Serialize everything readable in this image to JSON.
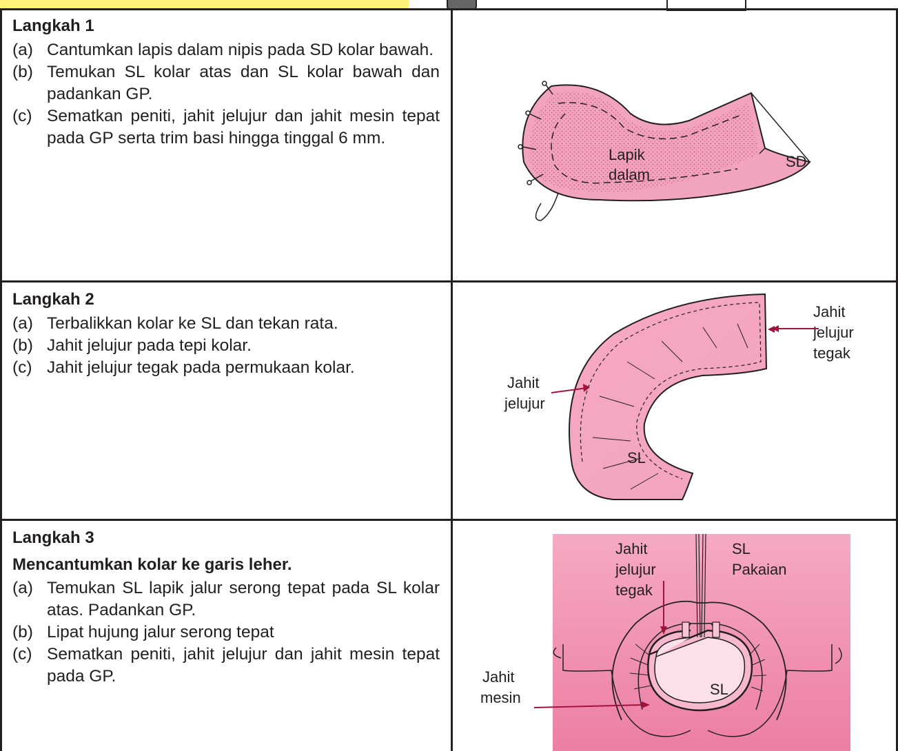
{
  "steps": [
    {
      "title": "Langkah 1",
      "subtitle": "",
      "items": [
        {
          "marker": "(a)",
          "text": "Cantumkan lapis dalam nipis pada SD kolar bawah."
        },
        {
          "marker": "(b)",
          "text": "Temukan SL kolar atas dan SL kolar bawah dan padankan GP."
        },
        {
          "marker": "(c)",
          "text": "Sematkan peniti, jahit jelujur dan jahit mesin tepat pada GP serta trim basi hingga tinggal 6 mm."
        }
      ],
      "figure_labels": {
        "lining_1": "Lapik",
        "lining_2": "dalam",
        "sd": "SD"
      }
    },
    {
      "title": "Langkah 2",
      "subtitle": "",
      "items": [
        {
          "marker": "(a)",
          "text": "Terbalikkan kolar ke SL dan tekan rata."
        },
        {
          "marker": "(b)",
          "text": "Jahit jelujur pada tepi kolar."
        },
        {
          "marker": "(c)",
          "text": "Jahit jelujur tegak pada permukaan kolar."
        }
      ],
      "figure_labels": {
        "right_1": "Jahit",
        "right_2": "jelujur",
        "right_3": "tegak",
        "left_1": "Jahit",
        "left_2": "jelujur",
        "sl": "SL"
      }
    },
    {
      "title": "Langkah 3",
      "subtitle": "Mencantumkan kolar ke garis leher.",
      "items": [
        {
          "marker": "(a)",
          "text": "Temukan SL lapik jalur serong tepat pada SL kolar atas. Padankan GP."
        },
        {
          "marker": "(b)",
          "text": "Lipat hujung jalur serong tepat"
        },
        {
          "marker": "(c)",
          "text": "Sematkan peniti, jahit jelujur dan jahit mesin tepat pada GP."
        }
      ],
      "figure_labels": {
        "top_1": "Jahit",
        "top_2": "jelujur",
        "top_3": "tegak",
        "sl_1": "SL",
        "sl_2": "Pakaian",
        "mesin_1": "Jahit",
        "mesin_2": "mesin",
        "sl": "SL"
      }
    }
  ],
  "colors": {
    "fabric": "#f2a3bf",
    "fabric_dark": "#e8799f",
    "arrow": "#a3123a",
    "line": "#231f20",
    "highlight": "#fff27a"
  }
}
